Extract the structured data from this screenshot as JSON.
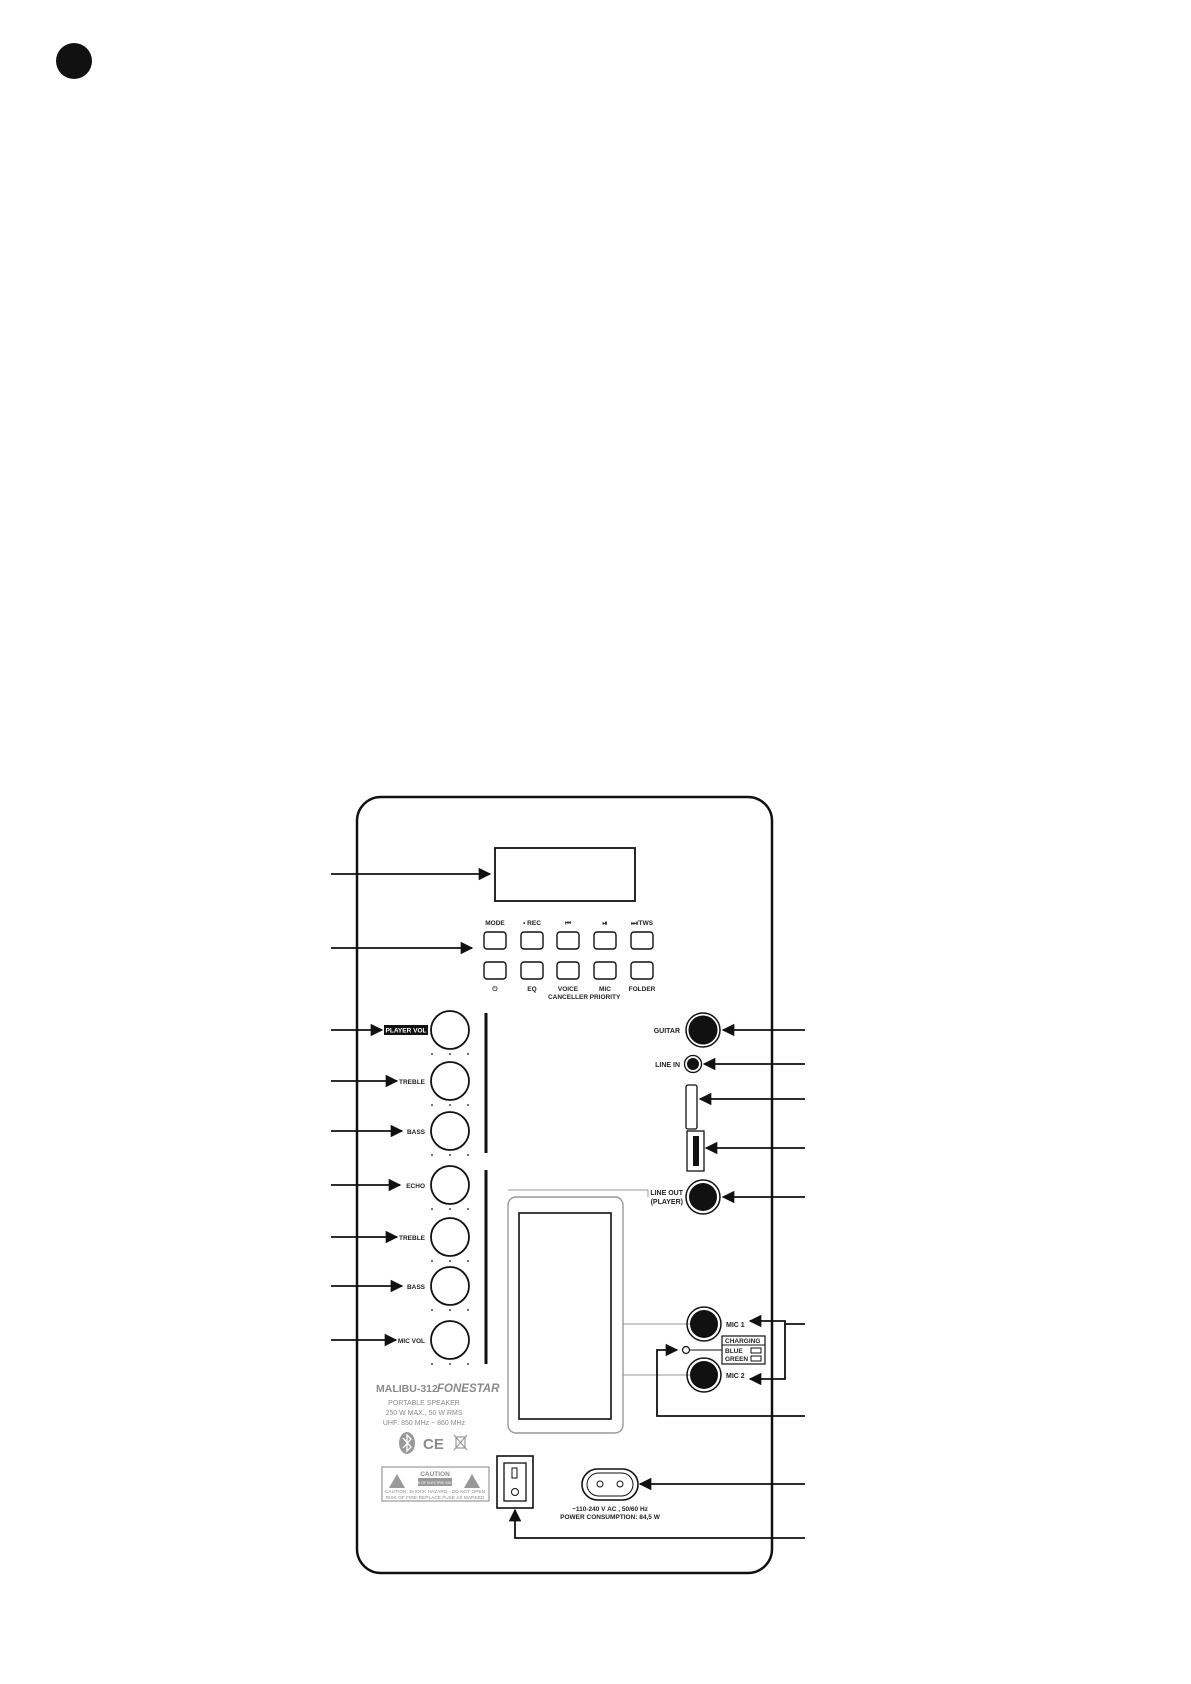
{
  "buttons_top": [
    "MODE",
    "• REC",
    "⏮",
    "⏯",
    "⏭/TWS"
  ],
  "buttons_bottom": [
    "⏻",
    "EQ",
    "VOICE",
    "MIC",
    "FOLDER"
  ],
  "buttons_bottom_line2": [
    "",
    "",
    "CANCELLER",
    "PRIORITY",
    ""
  ],
  "knobs": [
    "PLAYER VOL",
    "TREBLE",
    "BASS",
    "ECHO",
    "TREBLE",
    "BASS",
    "MIC VOL"
  ],
  "jacks": {
    "guitar": "GUITAR",
    "line_in": "LINE IN",
    "line_out_1": "LINE OUT",
    "line_out_2": "(PLAYER)",
    "mic1": "MIC 1",
    "mic2": "MIC 2"
  },
  "charging": {
    "title": "CHARGING",
    "blue": "BLUE",
    "green": "GREEN"
  },
  "brand": {
    "model": "MALIBU-312",
    "logo": "FONESTAR",
    "line1": "PORTABLE SPEAKER",
    "line2": "250 W MAX., 50 W RMS",
    "line3": "UHF: 850 MHz ~ 860 MHz"
  },
  "caution": {
    "title": "CAUTION",
    "sub": "RISK OF ELECTRIC SHOCK",
    "line1": "CAUTION: SHOCK HAZARD - DO NOT OPEN",
    "line2": "RISK OF FIRE-REPLACE FUSE AS MARKED"
  },
  "power": {
    "voltage": "~110-240 V AC , 50/60 Hz",
    "consumption": "POWER CONSUMPTION: 84,5 W"
  },
  "marks": {
    "ce": "CE"
  }
}
